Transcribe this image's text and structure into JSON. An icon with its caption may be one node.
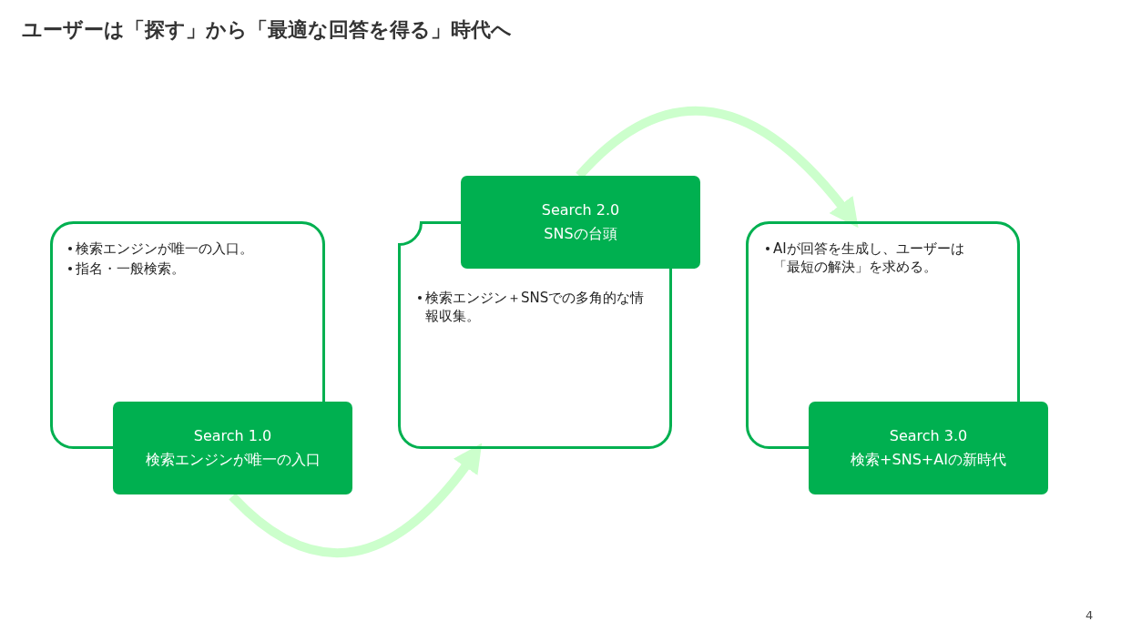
{
  "diagram": {
    "title": "ユーザーは「探す」から「最適な回答を得る」時代へ",
    "nodes": [
      {
        "text": [
          "検索エンジンが唯一の入口。",
          "指名・一般検索。"
        ]
      },
      {
        "text": [
          "Search 1.0",
          "検索エンジンが唯一の入口"
        ]
      },
      {
        "text": [
          "検索エンジン＋SNSでの多角的な情報収集。"
        ]
      },
      {
        "text": [
          "Search 2.0",
          "SNSの台頭"
        ]
      },
      {
        "text": [
          "AIが回答を生成し、ユーザーは「最短の解決」を求める。"
        ]
      },
      {
        "text": [
          "Search 3.0",
          "検索+SNS+AIの新時代"
        ]
      }
    ],
    "edges": [
      {
        "from": 1,
        "to": 2,
        "arrow": "to"
      },
      {
        "from": 3,
        "to": 4,
        "arrow": "to"
      }
    ],
    "labels": [
      "4"
    ]
  }
}
